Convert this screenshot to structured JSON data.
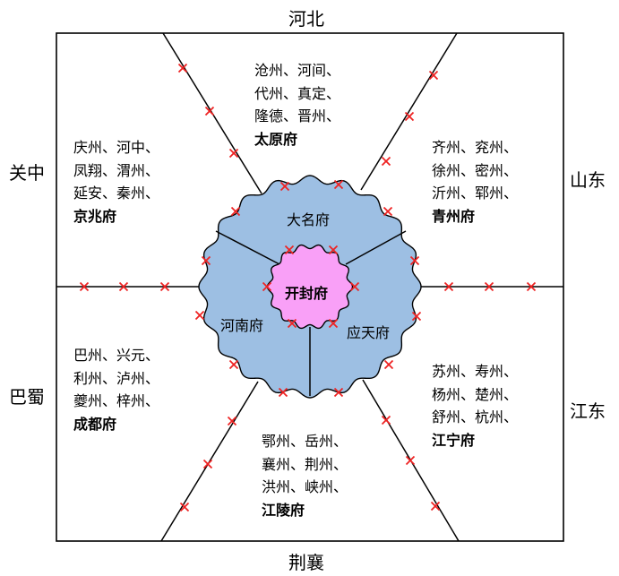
{
  "outer": {
    "north": "河北",
    "south": "荆襄",
    "west_upper": "关中",
    "west_lower": "巴蜀",
    "east_upper": "山东",
    "east_lower": "江东"
  },
  "regions": {
    "top": {
      "lines": [
        "沧州、河间、",
        "代州、真定、",
        "隆德、晋州、"
      ],
      "fu": "太原府"
    },
    "upper_left": {
      "lines": [
        "庆州、河中、",
        "凤翔、渭州、",
        "延安、秦州、"
      ],
      "fu": "京兆府"
    },
    "upper_right": {
      "lines": [
        "齐州、兖州、",
        "徐州、密州、",
        "沂州、郓州、"
      ],
      "fu": "青州府"
    },
    "lower_left": {
      "lines": [
        "巴州、兴元、",
        "利州、泸州、",
        "夔州、梓州、"
      ],
      "fu": "成都府"
    },
    "lower_right": {
      "lines": [
        "苏州、寿州、",
        "杨州、楚州、",
        "舒州、杭州、"
      ],
      "fu": "江宁府"
    },
    "bottom": {
      "lines": [
        "鄂州、岳州、",
        "襄州、荆州、",
        "洪州、峡州、"
      ],
      "fu": "江陵府"
    }
  },
  "inner_ring": {
    "north": "大名府",
    "west": "河南府",
    "east": "应天府"
  },
  "center": {
    "label": "开封府"
  },
  "colors": {
    "inner_ring_fill": "#9dbfe3",
    "center_fill": "#f9a0f7",
    "marker": "#ee2222",
    "line": "#000000"
  }
}
